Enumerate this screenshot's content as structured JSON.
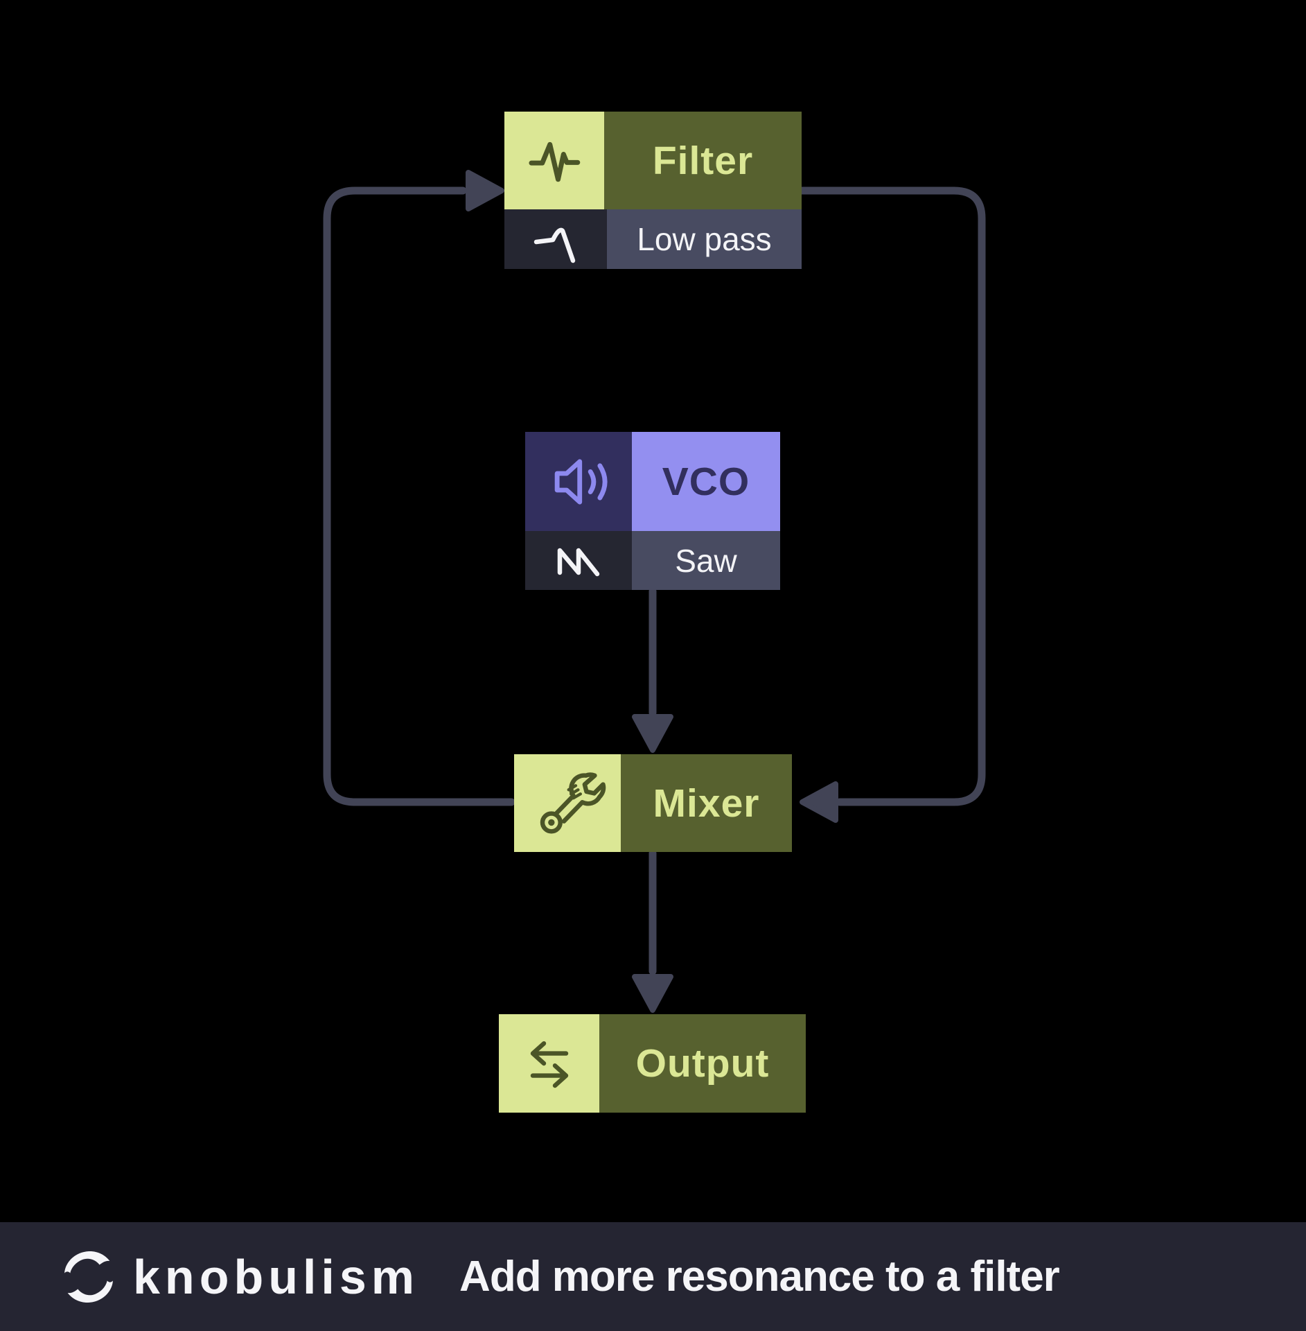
{
  "theme": {
    "bg": "#000000",
    "node_green_light": "#dbe795",
    "node_green_dark": "#57612f",
    "node_green_glyph": "#4b5527",
    "node_purple_light": "#938ff0",
    "node_purple_deep": "#322f5e",
    "purple_glyph": "#8d89ef",
    "sub_dark": "#252631",
    "sub_slate": "#484b61",
    "sub_text": "#f4f4f7",
    "connector": "#424456",
    "footer_bg": "#252532",
    "footer_text": "#f5f5f8"
  },
  "diagram": {
    "nodes": {
      "filter": {
        "title": "Filter",
        "subtitle": "Low pass",
        "title_icon": "activity-pulse-icon",
        "subtitle_icon": "lowpass-curve-icon"
      },
      "vco": {
        "title": "VCO",
        "subtitle": "Saw",
        "title_icon": "speaker-icon",
        "subtitle_icon": "saw-wave-icon"
      },
      "mixer": {
        "title": "Mixer",
        "title_icon": "wrench-icon"
      },
      "output": {
        "title": "Output",
        "title_icon": "transfer-arrows-icon"
      }
    },
    "connections": [
      {
        "from": "mixer",
        "to": "filter",
        "route": "left-loop-up"
      },
      {
        "from": "filter",
        "to": "mixer",
        "route": "right-loop-down"
      },
      {
        "from": "vco",
        "to": "mixer",
        "route": "straight-down"
      },
      {
        "from": "mixer",
        "to": "output",
        "route": "straight-down"
      }
    ]
  },
  "footer": {
    "brand": "knobulism",
    "tagline": "Add more resonance to a filter",
    "logo_icon": "knob-logo-icon"
  }
}
